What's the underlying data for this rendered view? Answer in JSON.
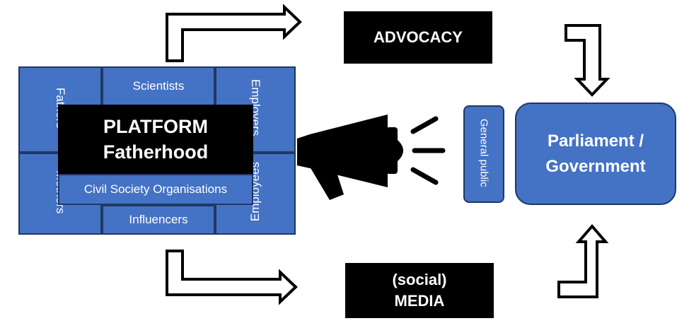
{
  "platform": {
    "title_line1": "PLATFORM",
    "title_line2": "Fatherhood",
    "cells": {
      "fathers": "Fathers",
      "mothers": "Mothers",
      "scientists": "Scientists",
      "employers": "Employers",
      "employees": "Employees",
      "civil_society": "Civil Society Organisations",
      "influencers": "Influencers"
    }
  },
  "advocacy": {
    "label": "ADVOCACY"
  },
  "media": {
    "line1": "(social)",
    "line2": "MEDIA"
  },
  "general_public": {
    "label": "General public"
  },
  "government": {
    "line1": "Parliament /",
    "line2": "Government"
  },
  "icons": {
    "megaphone": "megaphone-icon",
    "arrows": [
      "arrow-platform-to-advocacy",
      "arrow-platform-to-media",
      "arrow-advocacy-to-government",
      "arrow-media-to-government"
    ]
  },
  "colors": {
    "cell_fill": "#4472c4",
    "cell_border": "#1f3864",
    "box_fill": "#000000",
    "government_fill": "#4472c4"
  }
}
